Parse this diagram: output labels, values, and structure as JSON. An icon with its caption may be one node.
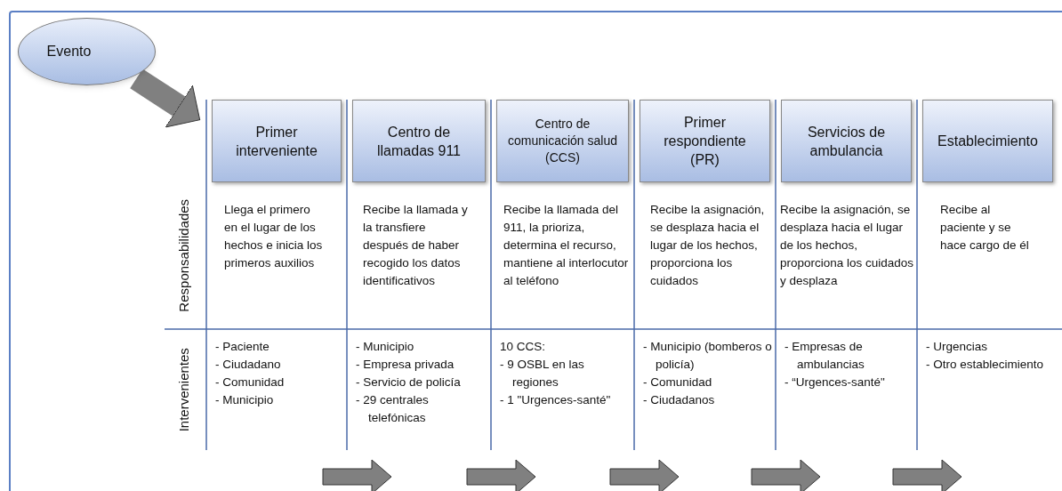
{
  "diagram": {
    "nodes": [
      {
        "text": [
          "Evento"
        ]
      },
      {
        "text": [
          "Primer interveniente"
        ]
      },
      {
        "text": [
          "Centro de llamadas 911"
        ]
      },
      {
        "text": [
          "Centro de comunicación salud (CCS)"
        ]
      },
      {
        "text": [
          "Primer respondiente (PR)"
        ]
      },
      {
        "text": [
          "Servicios de ambulancia"
        ]
      },
      {
        "text": [
          "Establecimiento"
        ]
      }
    ],
    "edges": [
      {
        "from": 0,
        "to": 1,
        "arrow": "to"
      }
    ],
    "labels": [
      "Responsabilidades",
      "Llega el primero en el lugar de los hechos e inicia los primeros auxilios",
      "Recibe la llamada y la transfiere después de haber recogido los datos identificativos",
      "Recibe la llamada del 911, la prioriza, determina el recurso, mantiene al interlocutor al teléfono",
      "Recibe la asignación, se desplaza hacia el lugar de los hechos, proporciona los cuidados",
      "Recibe la asignación, se desplaza hacia el lugar de los hechos, proporciona los cuidados y desplaza",
      "Recibe al paciente y se hace cargo de él",
      "Intervenientes",
      "- Paciente",
      "- Ciudadano",
      "- Comunidad",
      "- Municipio",
      "- Municipio",
      "- Empresa privada",
      "- Servicio de policía",
      "- 29 centrales telefónicas",
      "10 CCS:",
      "- 9 OSBL en las regiones",
      "- 1 \"Urgences-santé\"",
      "- Municipio (bomberos o policía)",
      "- Comunidad",
      "- Ciudadanos",
      "- Empresas de ambulancias",
      "- “Urgences-santé\"",
      "- Urgencias",
      "- Otro establecimiento"
    ]
  }
}
